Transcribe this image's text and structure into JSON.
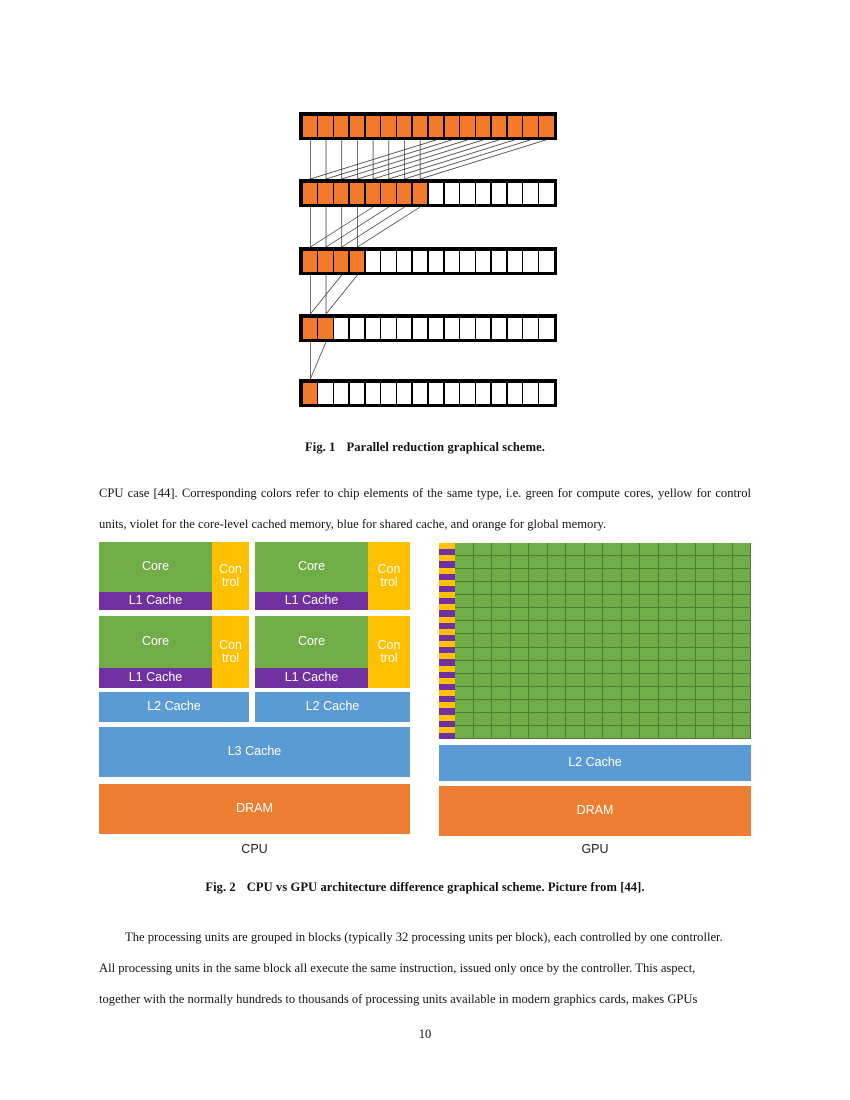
{
  "page": {
    "number": "10"
  },
  "figure1": {
    "caption_number": "Fig. 1",
    "caption_text": "Parallel reduction graphical scheme.",
    "cells_per_row": 16,
    "rows_active": [
      16,
      8,
      4,
      2,
      1
    ],
    "active_color": "#F3792B",
    "inactive_color": "#FFFFFF",
    "border_color": "#000000"
  },
  "paragraph1": {
    "text": "CPU case [44]. Corresponding colors refer to chip elements of the same type, i.e. green for compute cores, yellow for control units, violet for the core-level cached memory, blue for shared cache, and orange for global memory."
  },
  "figure2": {
    "caption_number": "Fig. 2",
    "caption_text": "CPU vs GPU architecture difference graphical scheme. Picture from [44].",
    "cpu": {
      "label": "CPU",
      "cores": [
        {
          "core_label": "Core",
          "control_line1": "Con",
          "control_line2": "trol",
          "l1_label": "L1 Cache"
        },
        {
          "core_label": "Core",
          "control_line1": "Con",
          "control_line2": "trol",
          "l1_label": "L1 Cache"
        },
        {
          "core_label": "Core",
          "control_line1": "Con",
          "control_line2": "trol",
          "l1_label": "L1 Cache"
        },
        {
          "core_label": "Core",
          "control_line1": "Con",
          "control_line2": "trol",
          "l1_label": "L1 Cache"
        }
      ],
      "l2_left_label": "L2 Cache",
      "l2_right_label": "L2 Cache",
      "l3_label": "L3 Cache",
      "dram_label": "DRAM"
    },
    "gpu": {
      "label": "GPU",
      "grid_columns": 16,
      "grid_rows": 15,
      "sidebar_stripe_pairs": 16,
      "l2_label": "L2 Cache",
      "dram_label": "DRAM"
    },
    "colors": {
      "core_green": "#70AD47",
      "control_yellow": "#FFC000",
      "l1_violet": "#7030A0",
      "cache_blue": "#5B9BD5",
      "dram_orange": "#ED7D31"
    }
  },
  "paragraph2": {
    "line1": "The processing units are grouped in blocks (typically 32 processing units per block), each controlled by one controller.",
    "line2": "All processing units in the same block all execute the same instruction, issued only once by the controller. This aspect,",
    "line3": "together with the normally hundreds to thousands of processing units available in modern graphics cards, makes GPUs"
  }
}
